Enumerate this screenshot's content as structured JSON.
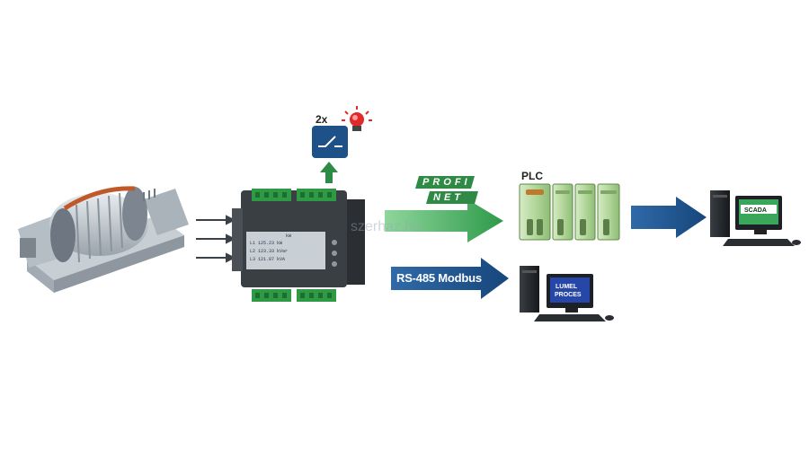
{
  "relay": {
    "count": "2x"
  },
  "meter": {
    "lcd_lines": [
      "kW",
      "L1   125.23  kW",
      "L2   123.33  kVar",
      "L3   121.87  kVA"
    ]
  },
  "protocols": {
    "profinet_top": "PROFI",
    "profinet_bottom": "NET",
    "modbus": "RS-485 Modbus"
  },
  "plc": {
    "label": "PLC"
  },
  "computers": {
    "lumel_line1": "LUMEL",
    "lumel_line2": "PROCES",
    "scada": "SCADA"
  },
  "watermark": "szerhaz.hu",
  "colors": {
    "green_arrow": "#2e9a4a",
    "blue_arrow": "#1c4f86",
    "plc_green": "#b8d9a4"
  }
}
